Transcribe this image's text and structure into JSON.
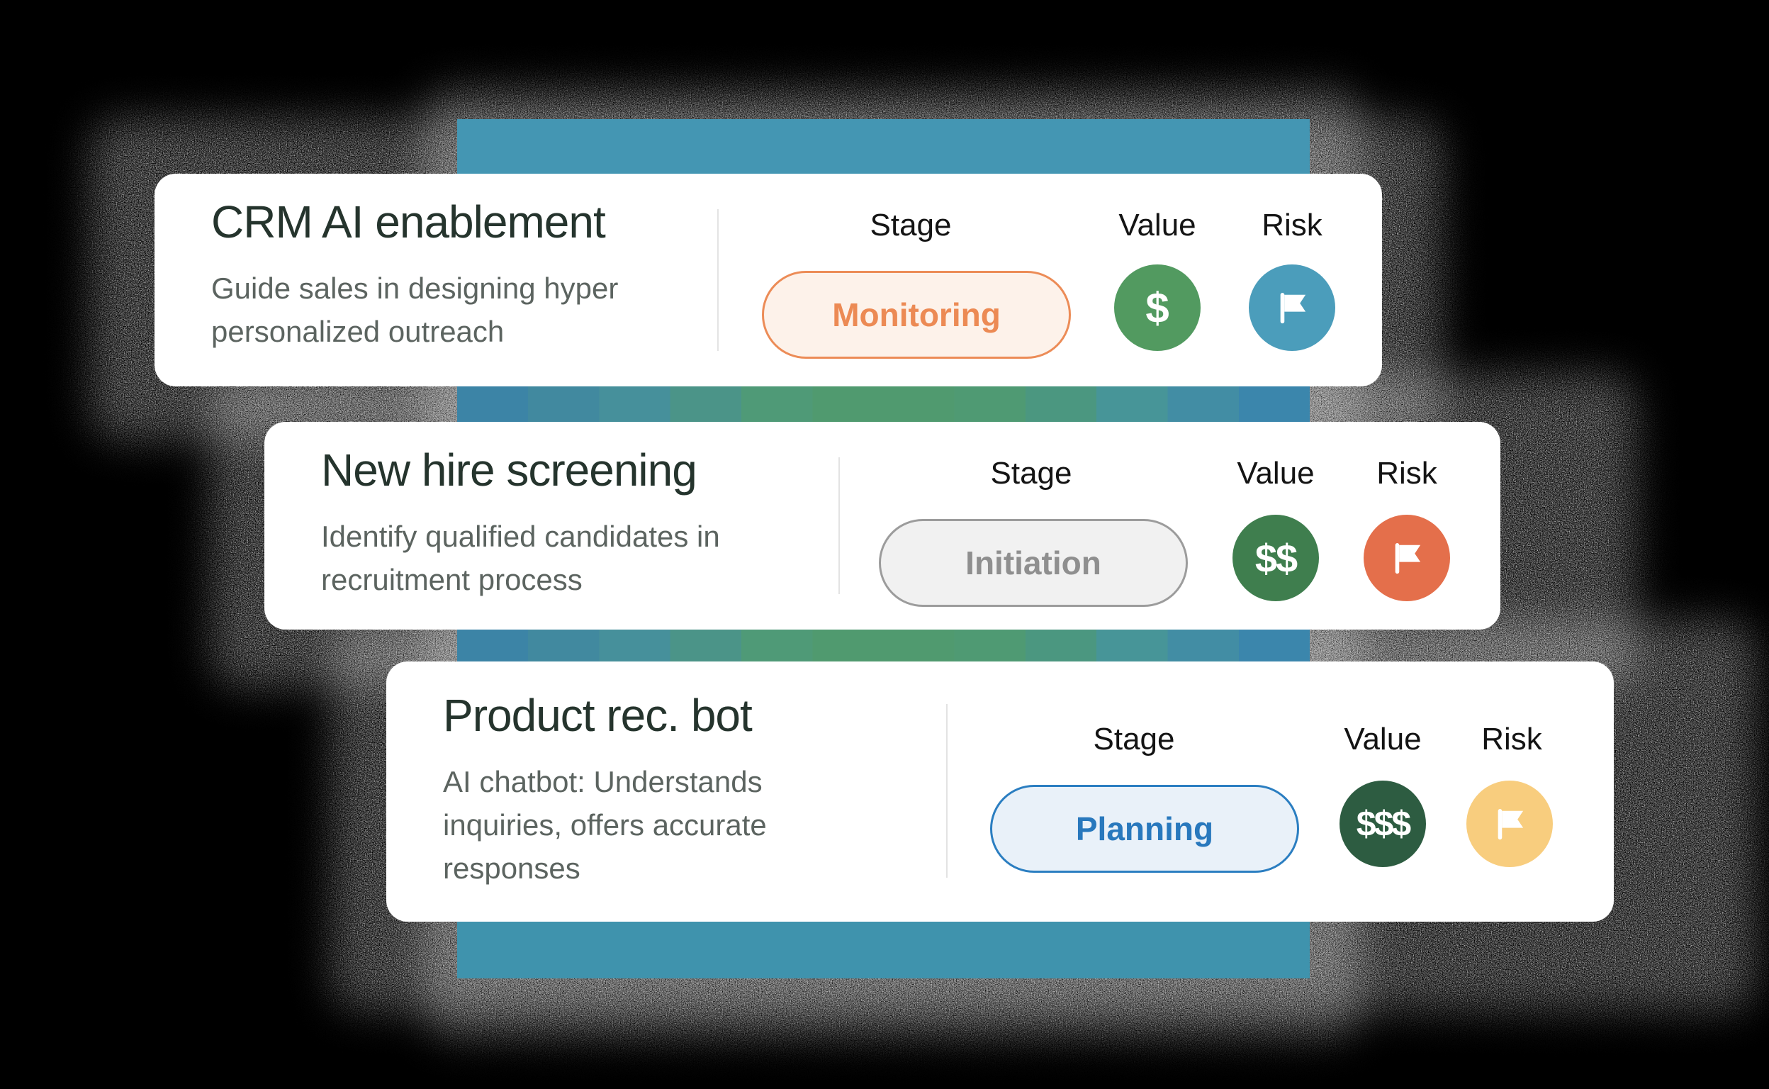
{
  "band": {
    "top_color": "#4496b3",
    "bottom_color": "#3f93ad",
    "stripe_colors": [
      "#3c84a6",
      "#41899f",
      "#46909b",
      "#4b9488",
      "#4f9a77",
      "#509a6f",
      "#509a6f",
      "#4f9a73",
      "#4b9780",
      "#479598",
      "#428da4",
      "#3b86ac"
    ]
  },
  "cards": [
    {
      "title": "CRM AI enablement",
      "description": "Guide sales in designing hyper personalized outreach",
      "columns": {
        "stage": "Stage",
        "value": "Value",
        "risk": "Risk"
      },
      "stage": {
        "label": "Monitoring",
        "text_color": "#ec8a54",
        "border_color": "#ec8c57",
        "bg_color": "#fdf2ea"
      },
      "value": {
        "symbol": "$",
        "bg_color": "#529a60"
      },
      "risk": {
        "icon": "flag-icon",
        "bg_color": "#4b9dbb"
      }
    },
    {
      "title": "New hire screening",
      "description": "Identify qualified candidates in recruitment process",
      "columns": {
        "stage": "Stage",
        "value": "Value",
        "risk": "Risk"
      },
      "stage": {
        "label": "Initiation",
        "text_color": "#8f8f8f",
        "border_color": "#9c9c9c",
        "bg_color": "#f1f1f1"
      },
      "value": {
        "symbol": "$$",
        "bg_color": "#3f7e4e"
      },
      "risk": {
        "icon": "flag-icon",
        "bg_color": "#e46f4b"
      }
    },
    {
      "title": "Product rec. bot",
      "description": "AI chatbot: Understands inquiries, offers accurate responses",
      "columns": {
        "stage": "Stage",
        "value": "Value",
        "risk": "Risk"
      },
      "stage": {
        "label": "Planning",
        "text_color": "#2878bd",
        "border_color": "#2b7ec1",
        "bg_color": "#e9f1f9"
      },
      "value": {
        "symbol": "$$$",
        "bg_color": "#2d5c41"
      },
      "risk": {
        "icon": "flag-icon",
        "bg_color": "#f8cd7e"
      }
    }
  ]
}
